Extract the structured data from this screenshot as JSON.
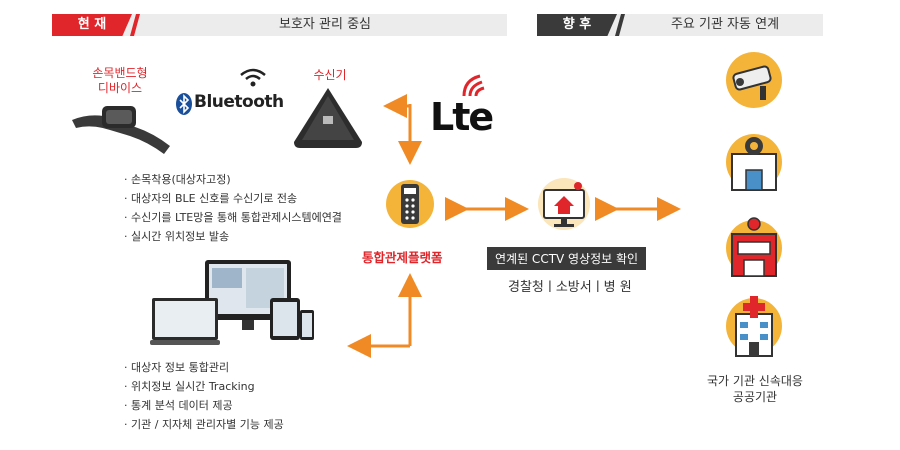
{
  "header_left": {
    "tag": "현 재",
    "title": "보호자 관리 중심"
  },
  "header_right": {
    "tag": "향 후",
    "title": "주요 기관 자동 연계"
  },
  "devices": {
    "wristband_label_line1": "손목밴드형",
    "wristband_label_line2": "디바이스",
    "bluetooth_text": "Bluetooth",
    "receiver_label": "수신기",
    "lte_text": "Lte"
  },
  "device_bullets": [
    "손목착용(대상자고정)",
    "대상자의 BLE 신호를 수신기로 전송",
    "수신기를 LTE망을 통해 통합관제시스템에연결",
    "실시간 위치정보 발송"
  ],
  "platform_label": "통합관제플랫폼",
  "cctv_label": "연계된 CCTV 영상정보 확인",
  "agencies_line": "경찰청ㅣ소방서ㅣ병  원",
  "system_bullets": [
    "대상자 정보 통합관리",
    "위치정보 실시간 Tracking",
    "통계 분석 데이터 제공",
    "기관 / 지자체 관리자별 기능 제공"
  ],
  "public_label_line1": "국가 기관 신속대응",
  "public_label_line2": "공공기관",
  "colors": {
    "accent_red": "#e0262b",
    "arrow_orange": "#f08a24",
    "dark": "#3a3a3a",
    "header_gray": "#ececec"
  },
  "icons": [
    "wristband-device-icon",
    "wifi-icon",
    "bluetooth-icon",
    "receiver-icon",
    "lte-logo-icon",
    "remote-control-icon",
    "monitor-alert-icon",
    "multi-device-screens-icon",
    "cctv-camera-icon",
    "police-station-icon",
    "fire-station-icon",
    "hospital-icon"
  ]
}
